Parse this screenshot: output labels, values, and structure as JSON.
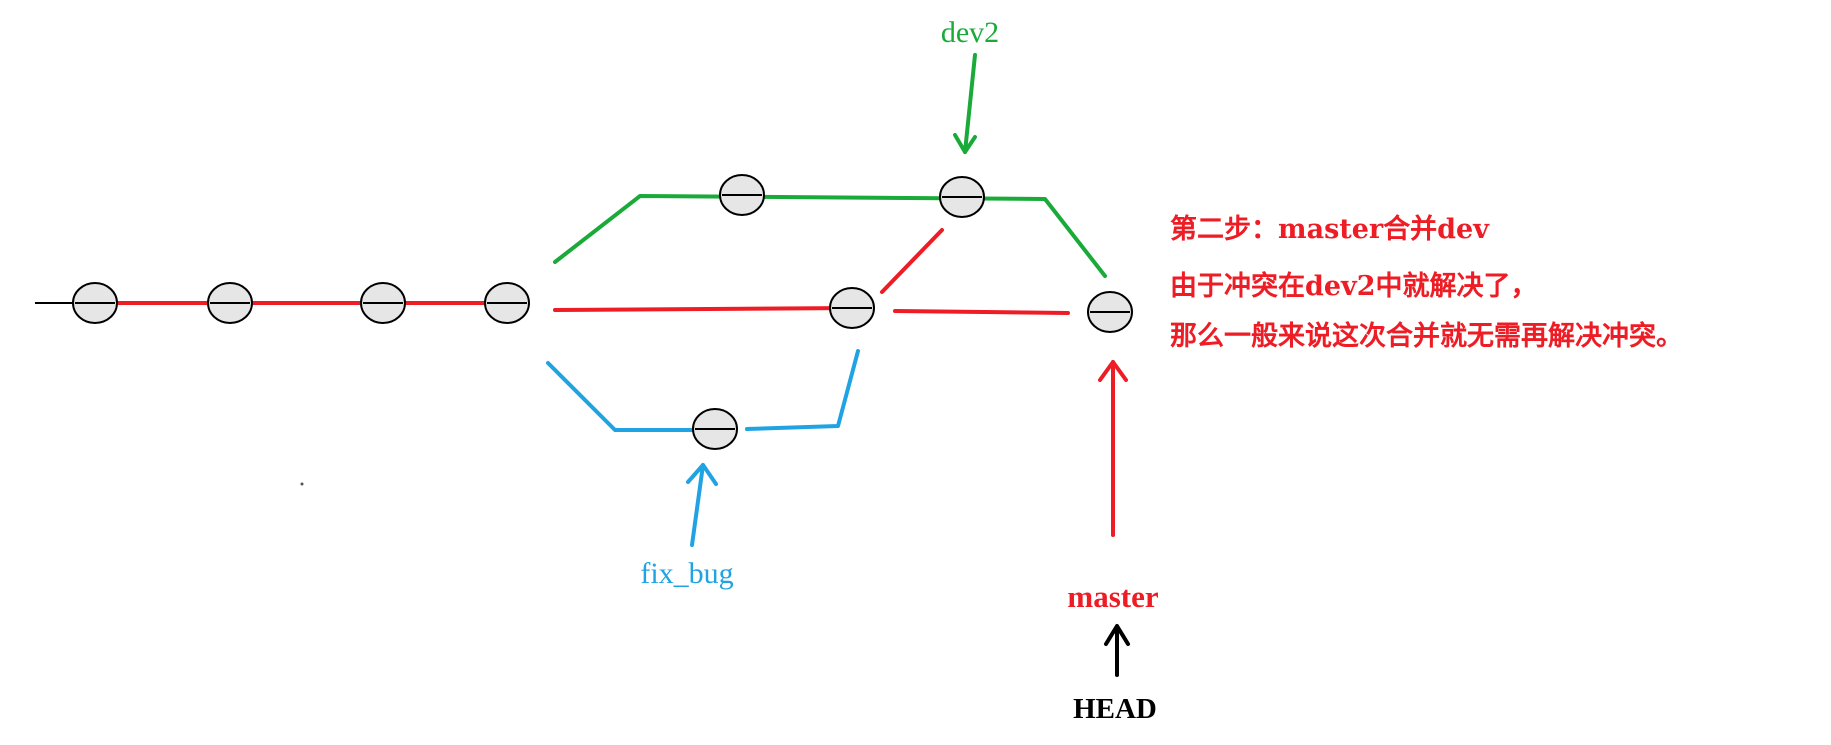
{
  "labels": {
    "dev2": "dev2",
    "fix_bug": "fix_bug",
    "master": "master",
    "head": "HEAD"
  },
  "note": {
    "line1": "第二步：master合并dev",
    "line2": "由于冲突在dev2中就解决了，",
    "line3": "那么一般来说这次合并就无需再解决冲突。"
  },
  "colors": {
    "master_branch": "#ee1c24",
    "dev2_branch": "#1aaa3a",
    "fix_bug_branch": "#1fa3e3",
    "head_pointer": "#000000",
    "note_text": "#ee1c24"
  }
}
